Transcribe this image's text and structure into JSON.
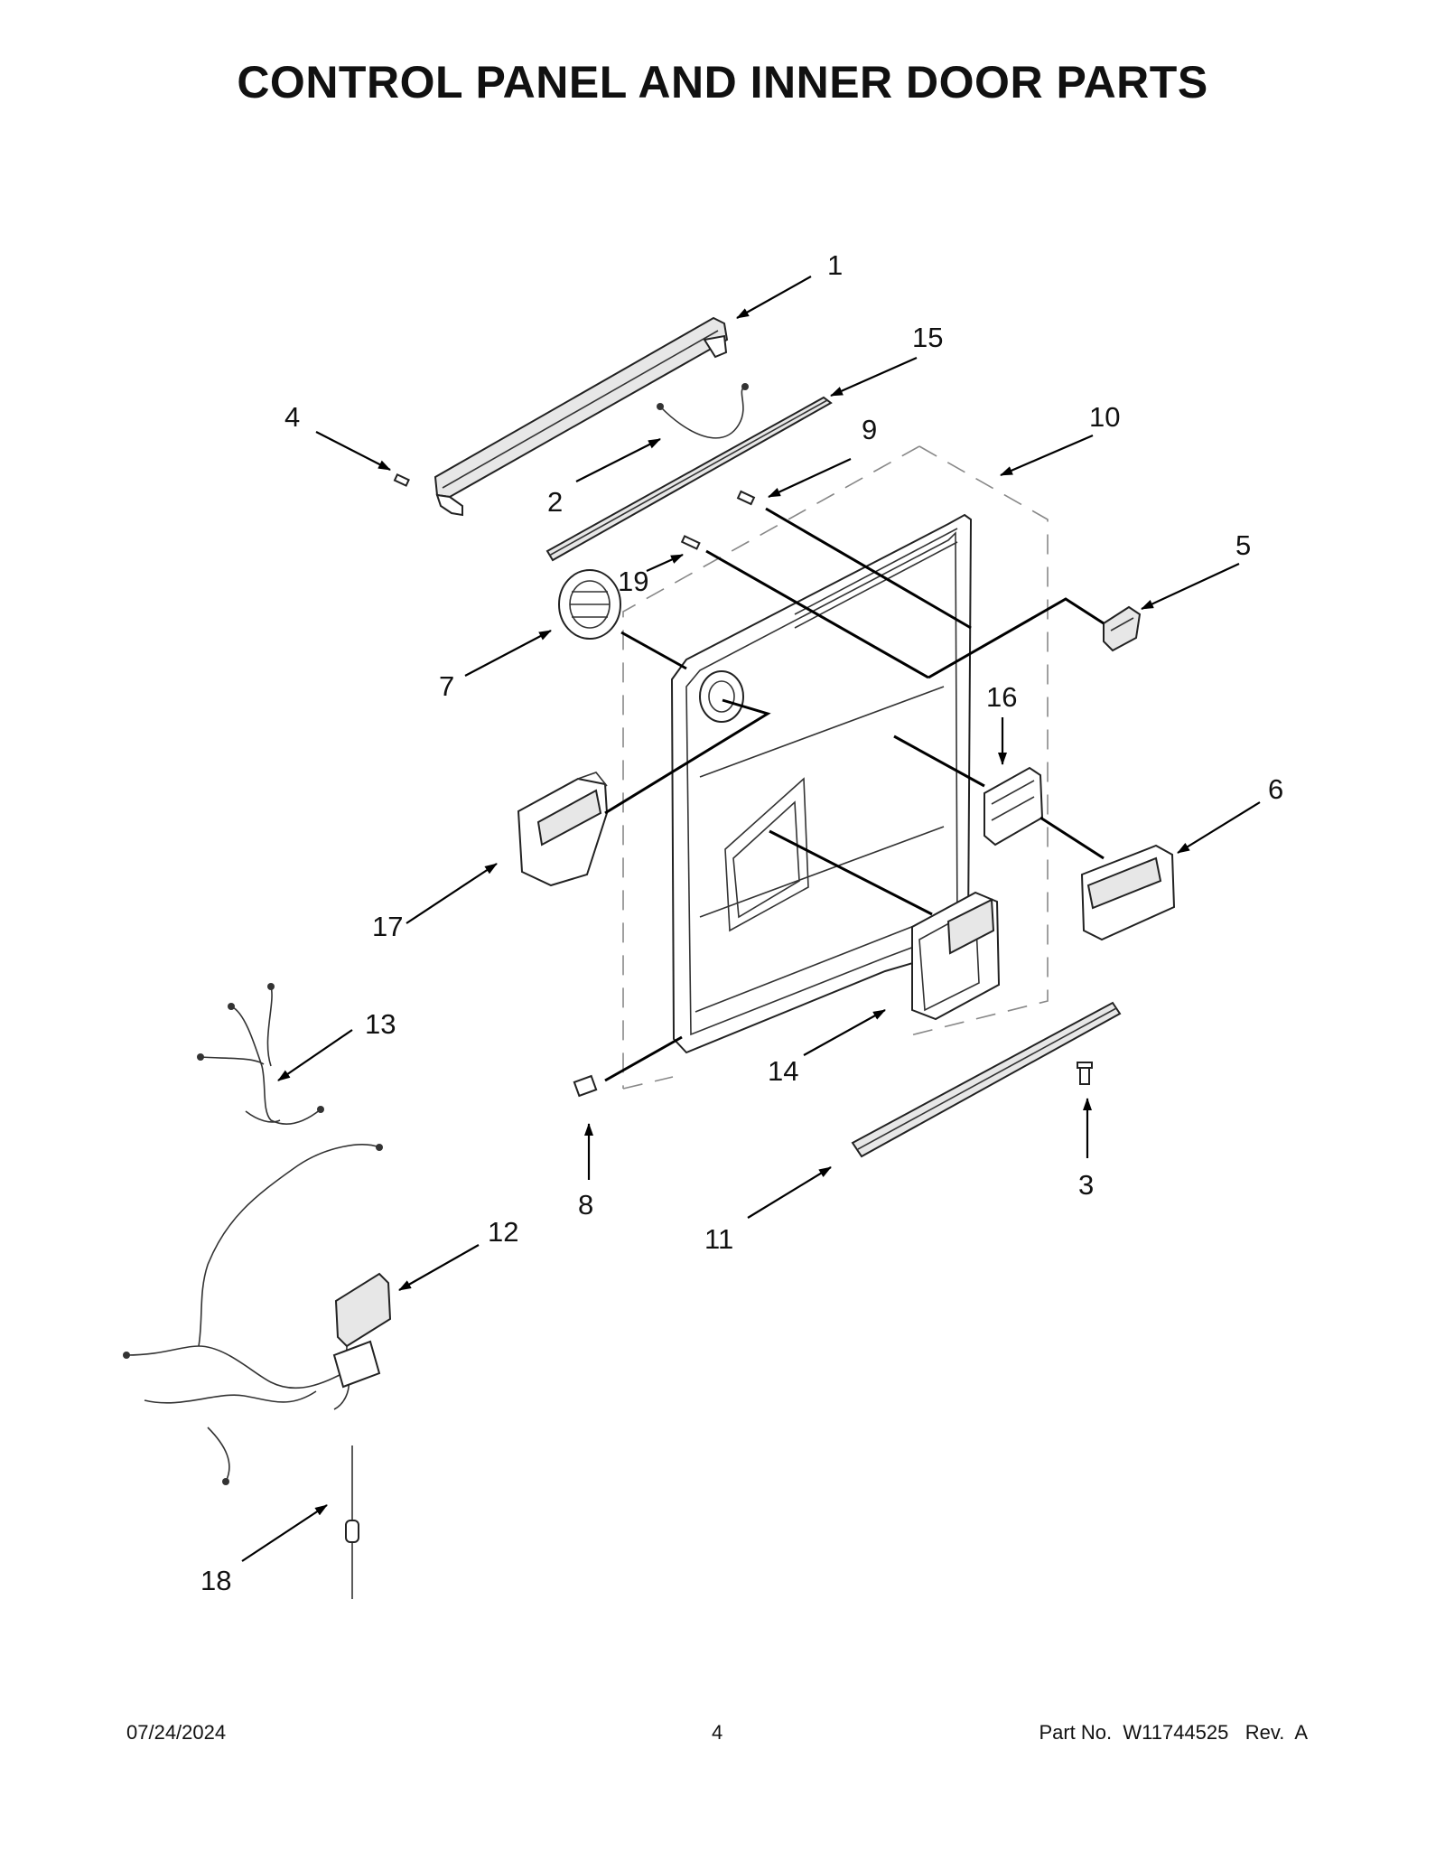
{
  "title": "CONTROL PANEL AND INNER DOOR PARTS",
  "callouts": [
    "1",
    "2",
    "3",
    "4",
    "5",
    "6",
    "7",
    "8",
    "9",
    "10",
    "11",
    "12",
    "13",
    "14",
    "15",
    "16",
    "17",
    "18",
    "19"
  ],
  "footer": {
    "date": "07/24/2024",
    "page": "4",
    "part_no": "Part No.  W11744525   Rev.  A"
  }
}
